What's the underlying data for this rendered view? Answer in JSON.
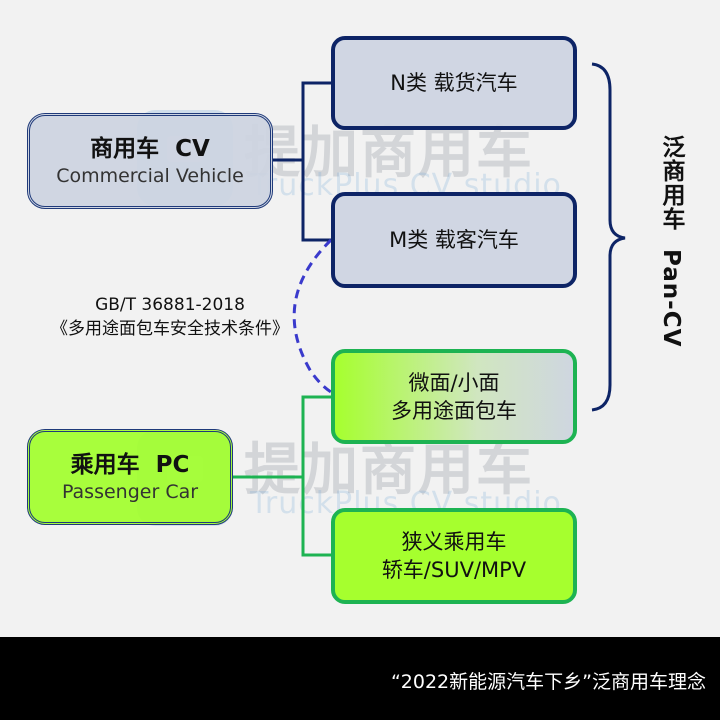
{
  "watermark": {
    "title": "提加商用车",
    "subtitle": "TruckPlus CV studio"
  },
  "categories": {
    "commercial": {
      "title": "商用车  CV",
      "subtitle": "Commercial Vehicle"
    },
    "passenger": {
      "title": "乘用车  PC",
      "subtitle": "Passenger Car"
    }
  },
  "subcategories": [
    {
      "lines": [
        "N类 载货汽车"
      ]
    },
    {
      "lines": [
        "M类 载客汽车"
      ]
    },
    {
      "lines": [
        "微面/小面",
        "多用途面包车"
      ]
    },
    {
      "lines": [
        "狭义乘用车",
        "轿车/SUV/MPV"
      ]
    }
  ],
  "standard_note": {
    "code": "GB/T 36881-2018",
    "name": "《多用途面包车安全技术条件》"
  },
  "group_label": "泛商用车  Pan-CV",
  "footer": "“2022新能源汽车下乡”泛商用车理念",
  "colors": {
    "navy": "#0d2466",
    "green": "#1db352",
    "lime": "#a6ff2e",
    "grey_blue": "#cfd6e0",
    "dashed": "#3a3acc"
  }
}
